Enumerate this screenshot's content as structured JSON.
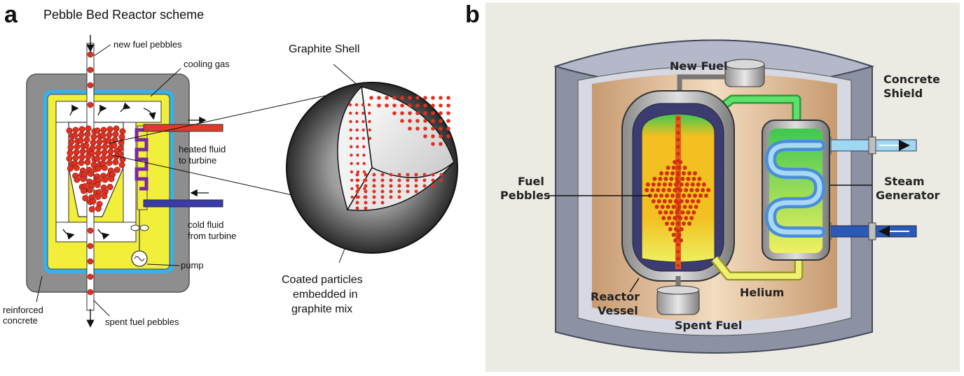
{
  "panel_a": {
    "letter": "a",
    "title": "Pebble Bed Reactor scheme",
    "labels": {
      "new_fuel": "new fuel pebbles",
      "cooling_gas": "cooling gas",
      "heated_1": "heated fluid",
      "heated_2": "to turbine",
      "cold_1": "cold fluid",
      "cold_2": "from turbine",
      "pump": "pump",
      "concrete_1": "reinforced",
      "concrete_2": "concrete",
      "spent_fuel": "spent fuel pebbles",
      "graphite_shell": "Graphite Shell",
      "coated_1": "Coated particles",
      "coated_2": "embedded in",
      "coated_3": "graphite mix"
    }
  },
  "panel_b": {
    "letter": "b",
    "labels": {
      "new_fuel": "New Fuel",
      "concrete_1": "Concrete",
      "concrete_2": "Shield",
      "fuel_1": "Fuel",
      "fuel_2": "Pebbles",
      "steam_1": "Steam",
      "steam_2": "Generator",
      "reactor_1": "Reactor",
      "reactor_2": "Vessel",
      "helium": "Helium",
      "spent_fuel": "Spent Fuel"
    }
  },
  "colors": {
    "pebble_red": "#e03020",
    "coolant_yellow": "#f0ee40",
    "hot_red": "#e03a2a",
    "cold_blue": "#3a3aa8",
    "panel_b_bg": "#ecebe3"
  }
}
